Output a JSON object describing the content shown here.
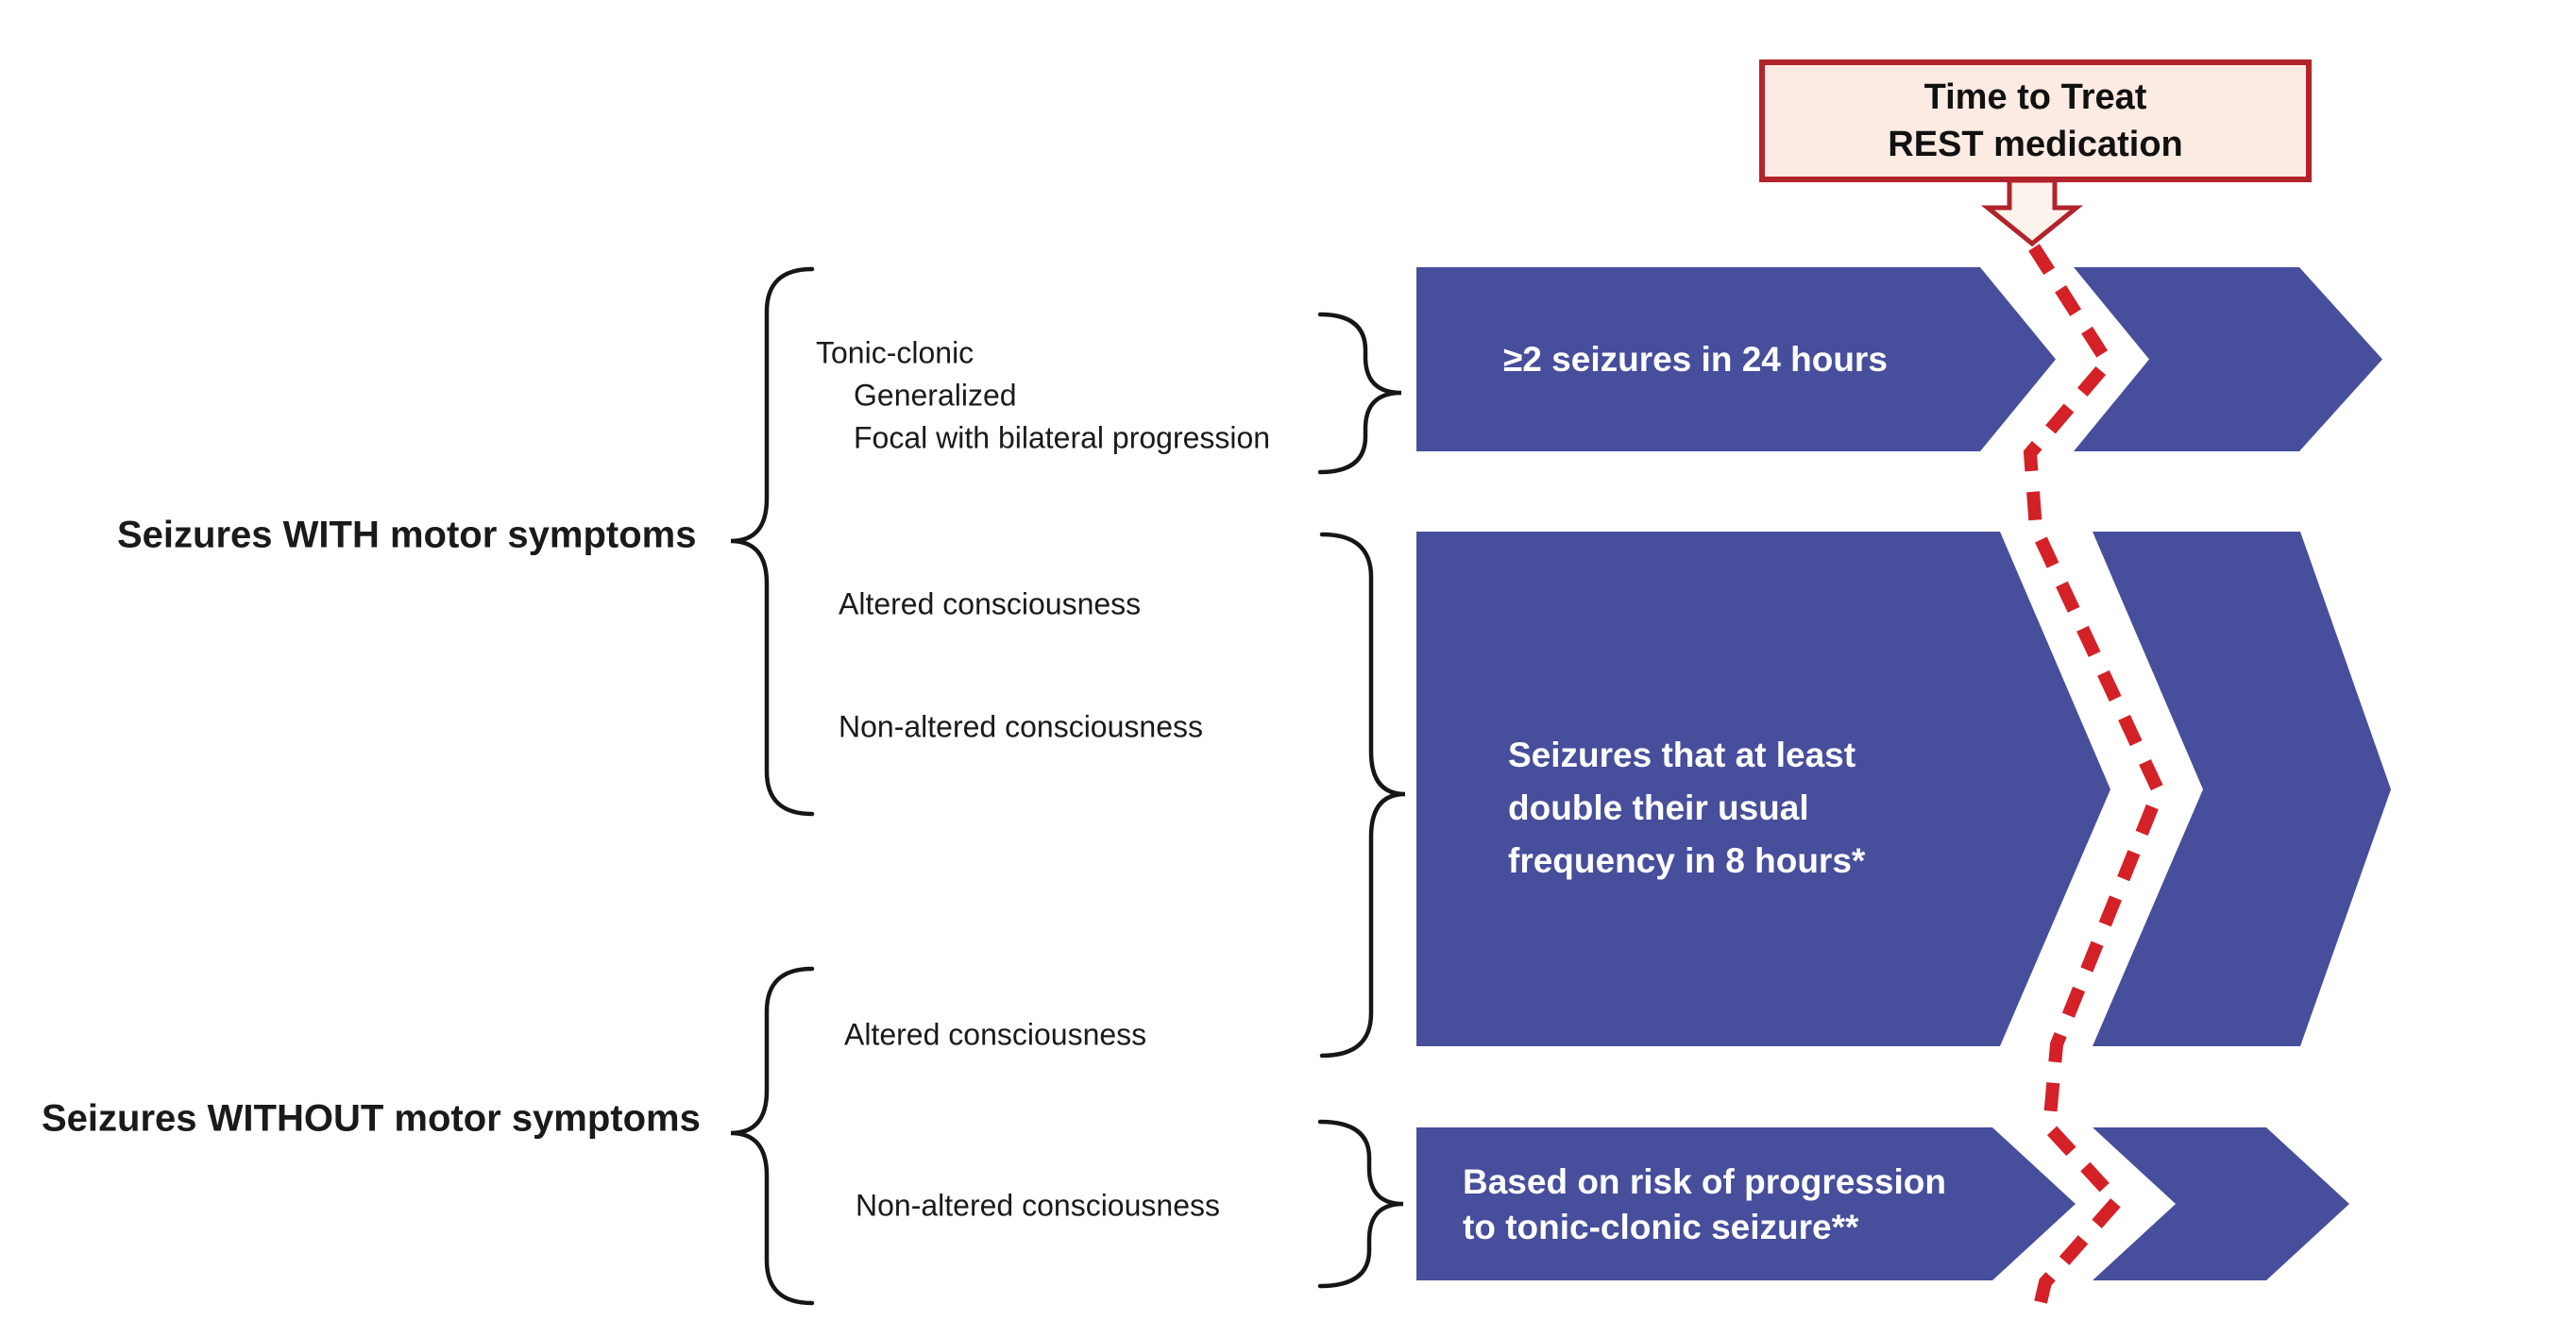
{
  "callout": {
    "lines": [
      "Time to Treat",
      "REST medication"
    ]
  },
  "categories": {
    "with_motor": {
      "label": "Seizures WITH motor symptoms",
      "seizure_types": [
        "Tonic-clonic",
        "Generalized",
        "Focal with bilateral progression"
      ],
      "consciousness": [
        "Altered consciousness",
        "Non-altered consciousness"
      ]
    },
    "without_motor": {
      "label": "Seizures WITHOUT motor symptoms",
      "consciousness": [
        "Altered consciousness",
        "Non-altered consciousness"
      ]
    }
  },
  "criteria_bands": [
    {
      "lines": [
        "≥2 seizures in 24 hours"
      ]
    },
    {
      "lines": [
        "Seizures that at least",
        "double their usual",
        "frequency in 8 hours*"
      ]
    },
    {
      "lines": [
        "Based on risk of progression",
        "to tonic-clonic seizure**"
      ]
    }
  ],
  "colors": {
    "band_blue": "#474e9c",
    "dash_red": "#d42127",
    "callout_border": "#b2242b",
    "callout_fill": "#fcebe2",
    "callout_arrow_fill": "#fdf3ed",
    "band_text": "#ffffff",
    "text_dark": "#1a1a1a",
    "brace_black": "#161616"
  }
}
